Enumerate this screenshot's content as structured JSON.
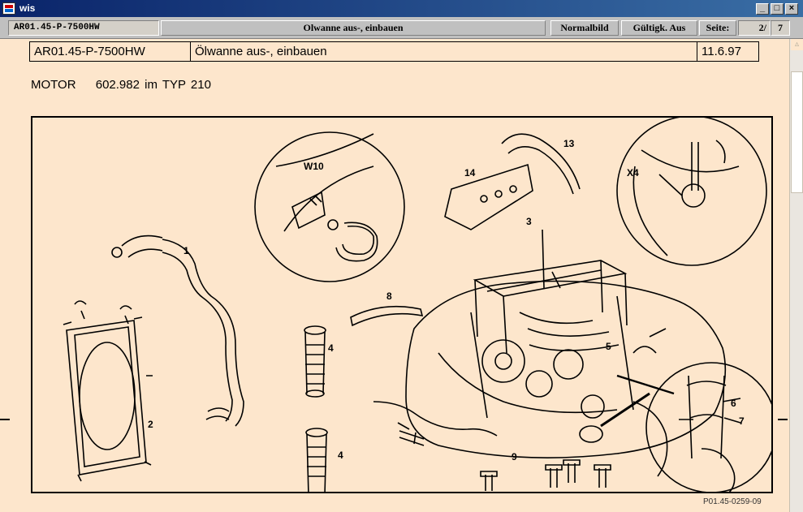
{
  "window": {
    "title": "wis"
  },
  "toolbar": {
    "doc_number": "AR01.45-P-7500HW",
    "doc_title": "Olwanne aus-, einbauen",
    "normal_view": "Normalbild",
    "validity": "Gültigk. Aus",
    "page_label": "Seite:",
    "page_current": "2/",
    "page_total": "7"
  },
  "document": {
    "header": {
      "number": "AR01.45-P-7500HW",
      "title": "Ölwanne aus-, einbauen",
      "date": "11.6.97"
    },
    "motor_label": "MOTOR",
    "motor_value": "602.982 im TYP 210",
    "figure": {
      "callouts": [
        "1",
        "2",
        "3",
        "4",
        "4",
        "5",
        "6",
        "7",
        "8",
        "9",
        "13",
        "14",
        "W10",
        "X4"
      ],
      "figure_id": "P01.45-0259-09"
    }
  }
}
